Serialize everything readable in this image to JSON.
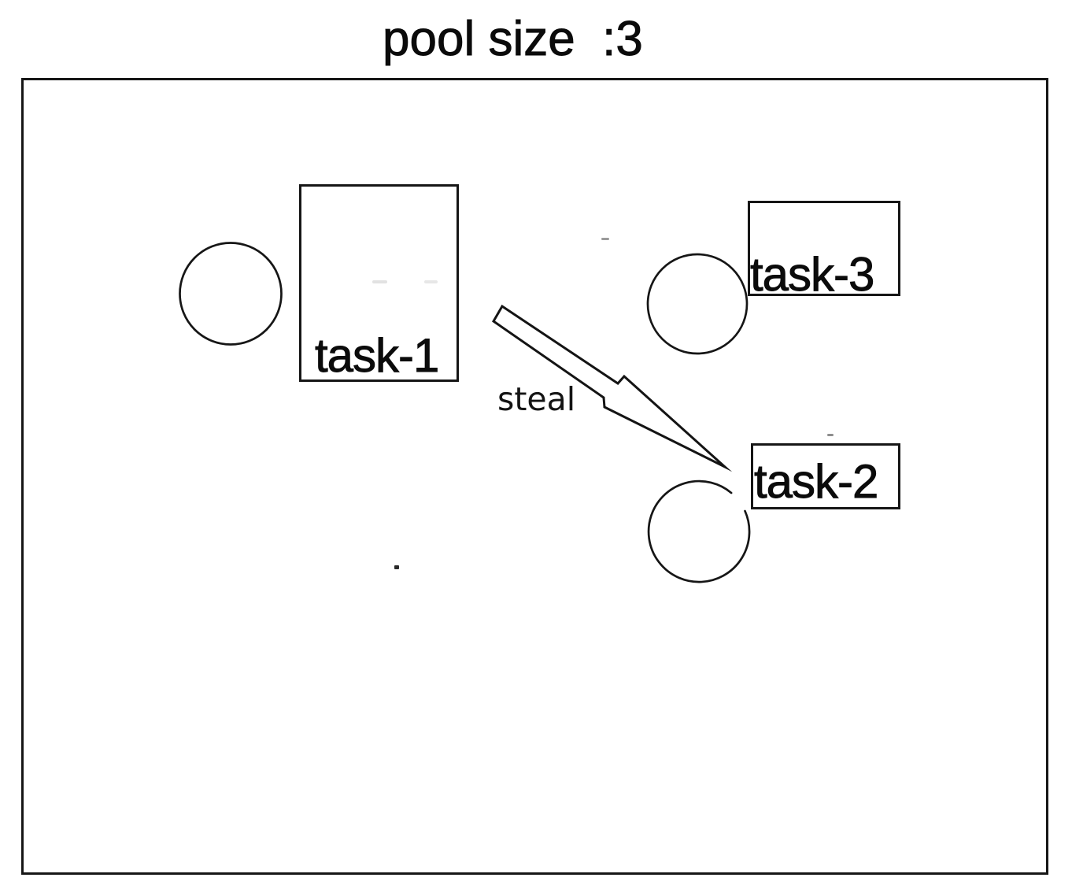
{
  "title": "pool size  :3",
  "pool": {
    "tasks": [
      {
        "label": "task-1"
      },
      {
        "label": "task-2"
      },
      {
        "label": "task-3"
      }
    ],
    "arrow_label": "steal",
    "worker_circle_count": 3
  },
  "colors": {
    "ink": "#161616",
    "background": "#ffffff"
  }
}
